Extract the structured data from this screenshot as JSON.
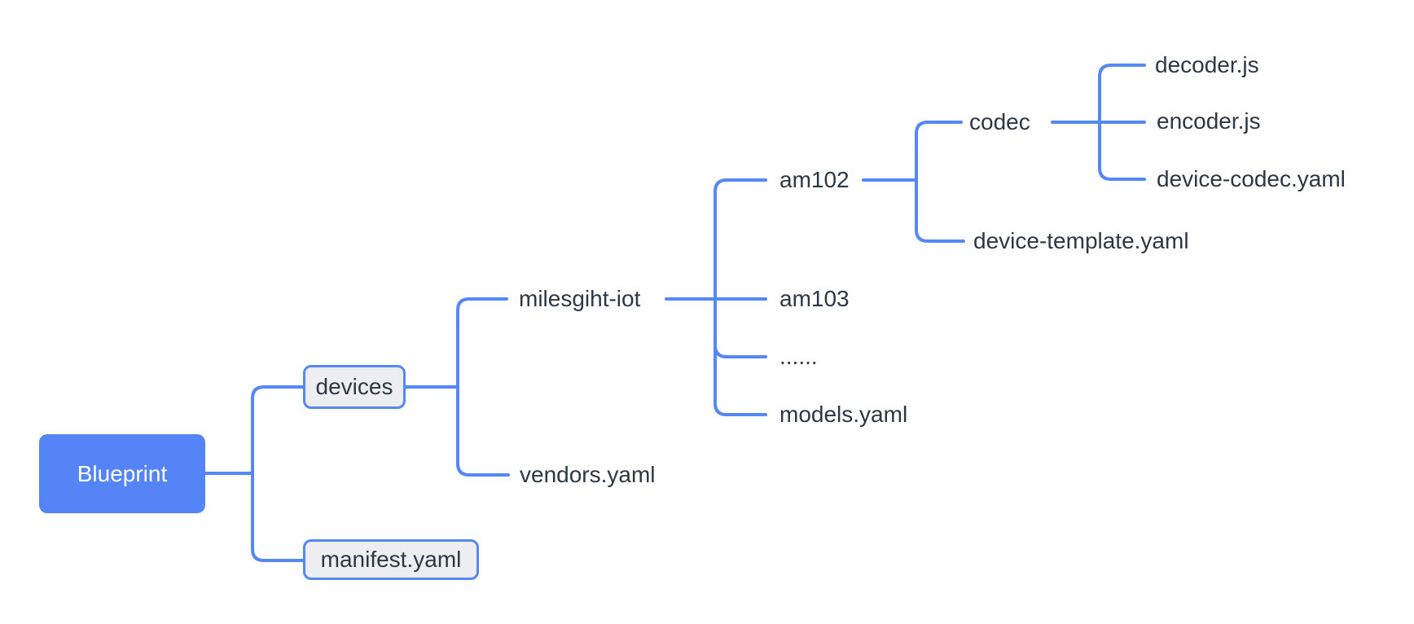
{
  "colors": {
    "background": "#ffffff",
    "connector": "#5687f7",
    "root_fill": "#5584f7",
    "root_text": "#ffffff",
    "folder_box_fill": "#eceef1",
    "folder_box_border": "#5687f7",
    "label_text": "#2e3743"
  },
  "tree": {
    "label": "Blueprint",
    "children": [
      {
        "label": "devices",
        "children": [
          {
            "label": "milesgiht-iot",
            "children": [
              {
                "label": "am102",
                "children": [
                  {
                    "label": "codec",
                    "children": [
                      {
                        "label": "decoder.js"
                      },
                      {
                        "label": "encoder.js"
                      },
                      {
                        "label": "device-codec.yaml"
                      }
                    ]
                  },
                  {
                    "label": "device-template.yaml"
                  }
                ]
              },
              {
                "label": "am103"
              },
              {
                "label": "......"
              },
              {
                "label": "models.yaml"
              }
            ]
          },
          {
            "label": "vendors.yaml"
          }
        ]
      },
      {
        "label": "manifest.yaml"
      }
    ]
  }
}
